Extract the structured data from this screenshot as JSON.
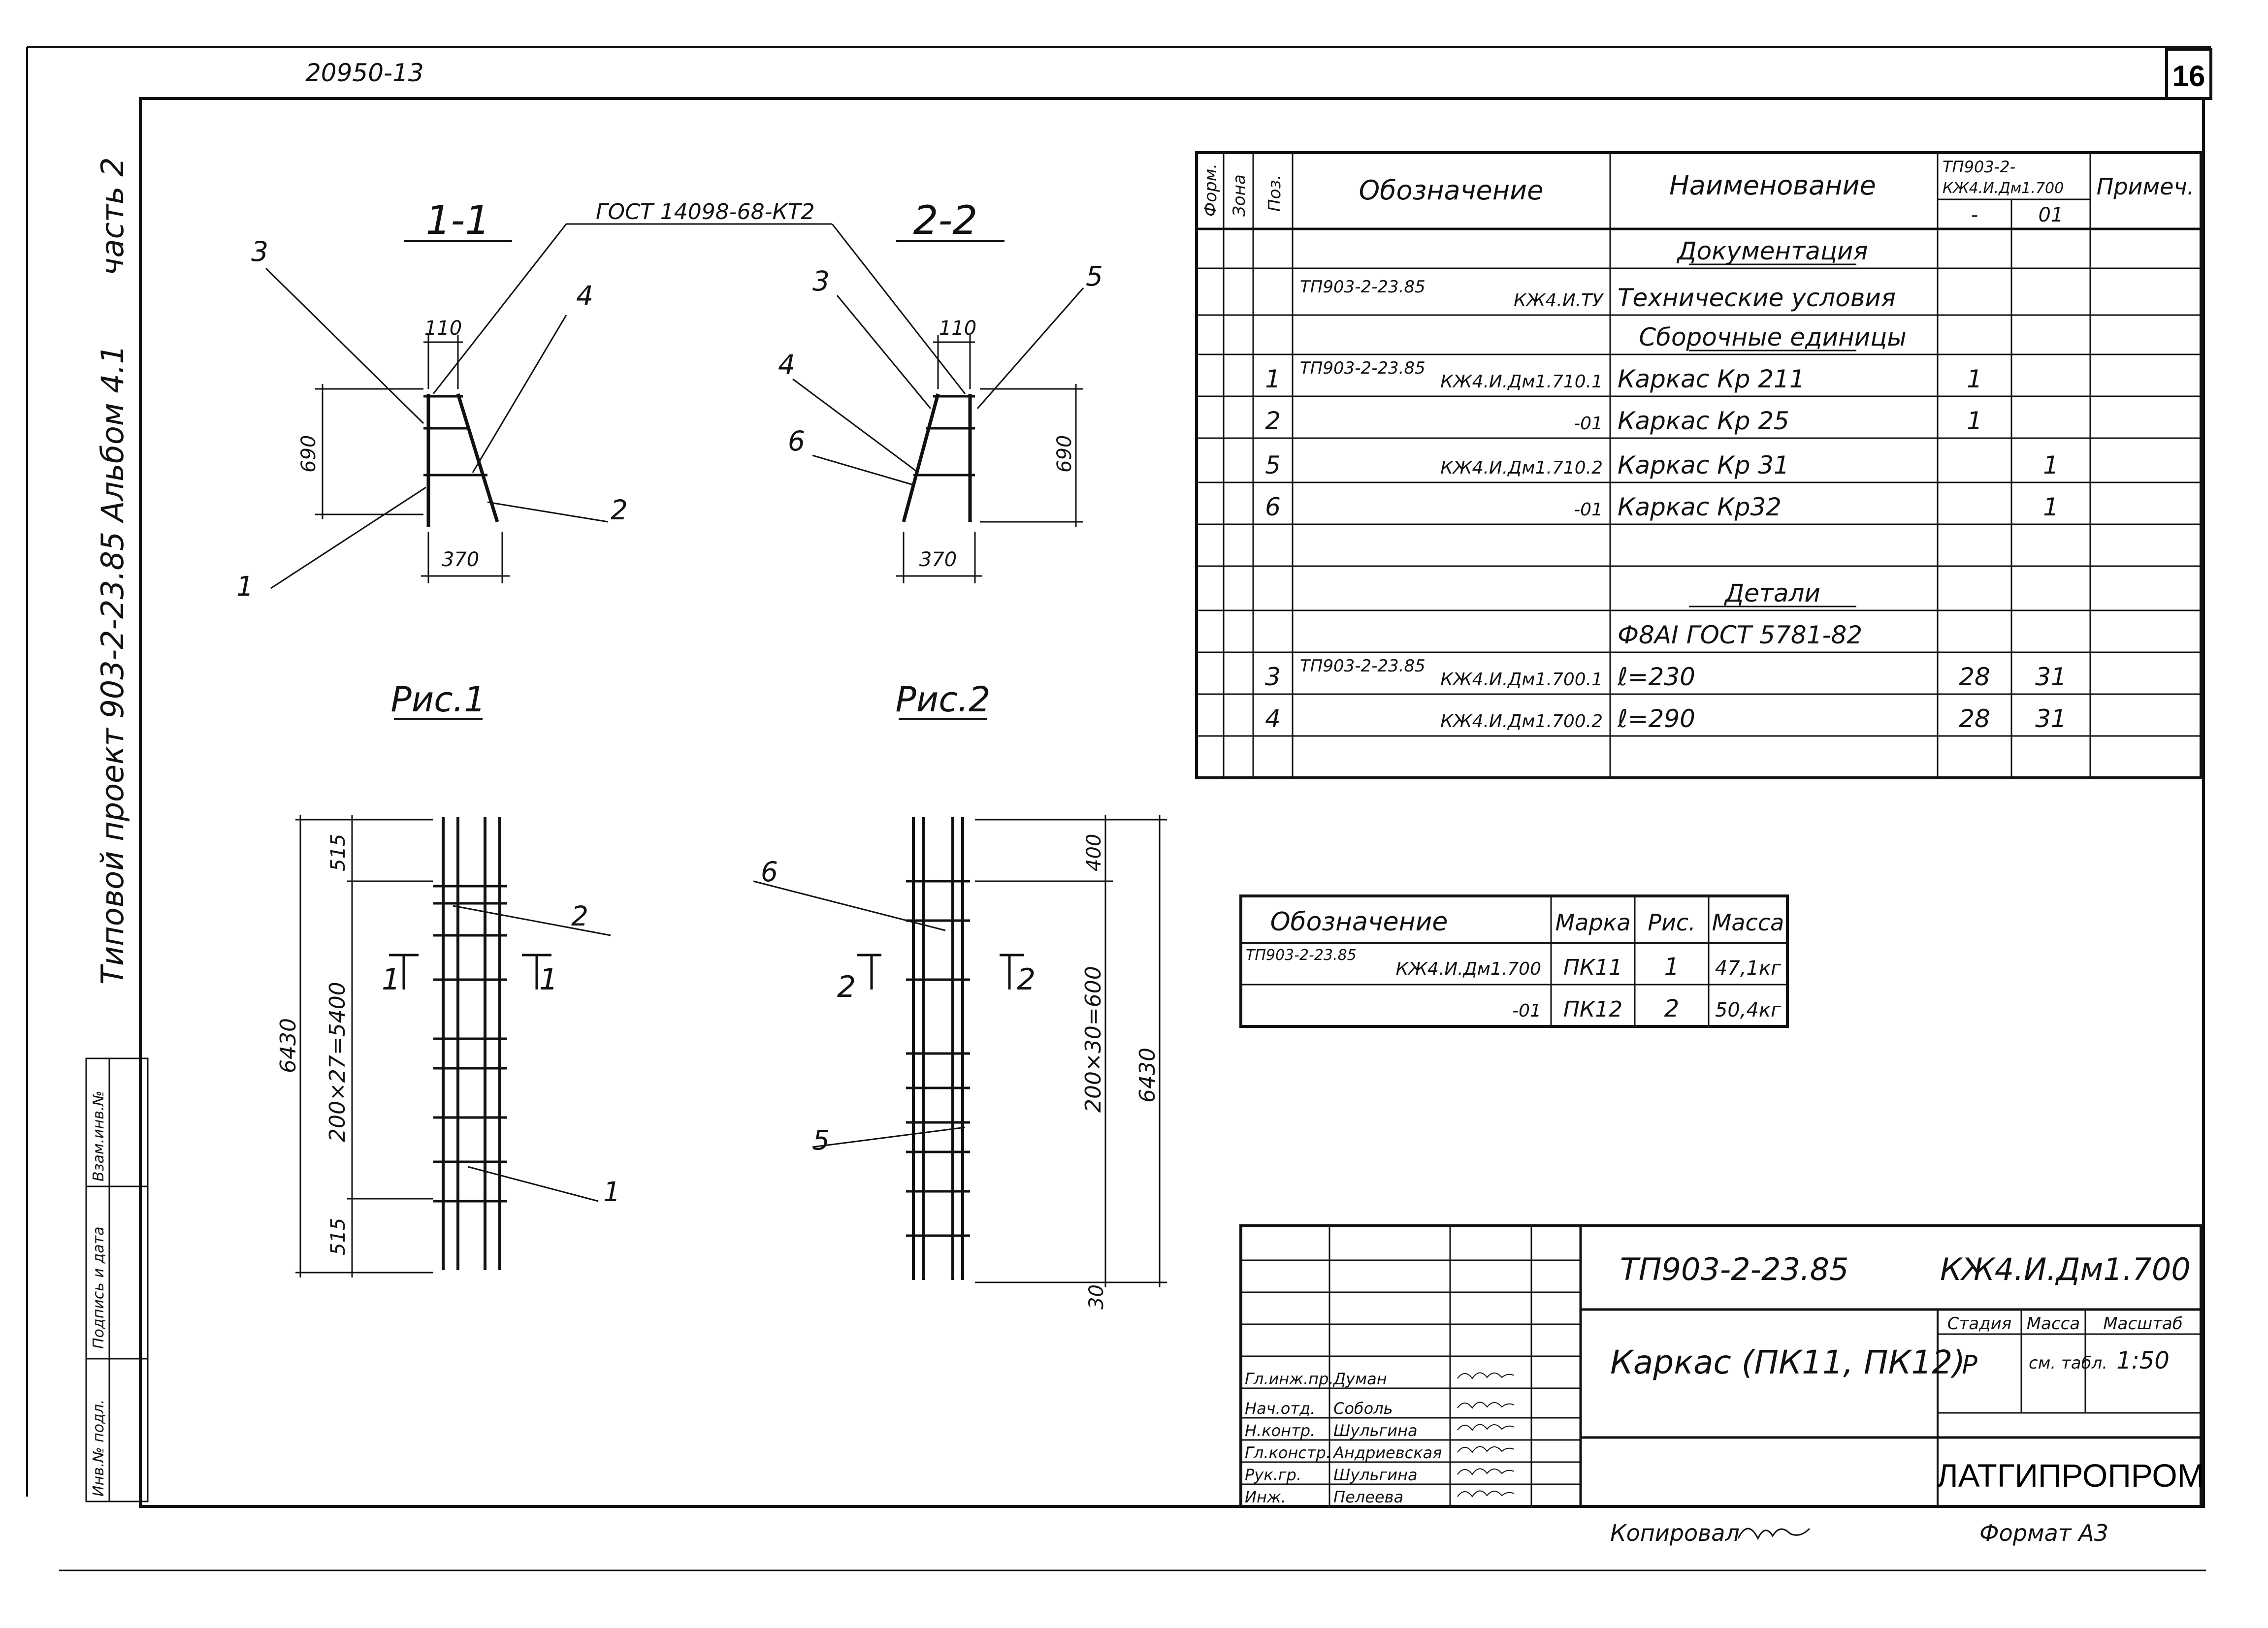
{
  "sheet": {
    "archive_number": "20950-13",
    "sheet_number": "16",
    "side_album": "Альбом 4.1",
    "side_part": "часть 2",
    "side_project": "Типовой проект 903-2-23.85",
    "side_stamp": [
      "Инв.№ подл.",
      "Подпись и дата",
      "Взам.инв.№"
    ]
  },
  "sections": {
    "gost_note": "ГОСТ 14098-68-КТ2",
    "section_1": {
      "title": "1-1",
      "dims": {
        "top": "110",
        "height": "690",
        "bottom": "370"
      },
      "callouts": [
        "3",
        "4",
        "1",
        "2"
      ]
    },
    "section_2": {
      "title": "2-2",
      "dims": {
        "top": "110",
        "height": "690",
        "bottom": "370"
      },
      "callouts": [
        "3",
        "5",
        "4",
        "6"
      ]
    }
  },
  "figures": {
    "fig_1": {
      "title": "Рис.1",
      "dim_total": "6430",
      "dim_top": "515",
      "dim_mid": "200×27=5400",
      "dim_bottom": "515",
      "section_marks": [
        "1",
        "1"
      ],
      "callouts": [
        "2",
        "1"
      ]
    },
    "fig_2": {
      "title": "Рис.2",
      "dim_total": "6430",
      "dim_top": "400",
      "dim_mid": "200×30=600",
      "dim_bottom": "30",
      "section_marks": [
        "2",
        "2"
      ],
      "callouts": [
        "6",
        "5"
      ]
    }
  },
  "spec_table": {
    "headers": {
      "format": "Форм.",
      "zone": "Зона",
      "pos": "Поз.",
      "designation": "Обозначение",
      "name": "Наименование",
      "variant_top": "ТП903-2-",
      "variant_mid": "КЖ4.И.Дм1.700",
      "col_base": "-",
      "col_01": "01",
      "note": "Примеч."
    },
    "rows": [
      {
        "pos": "",
        "designation": "",
        "designation_suffix": "",
        "name": "Документация",
        "underlined": true,
        "q1": "",
        "q2": ""
      },
      {
        "pos": "",
        "designation": "ТП903-2-23.85",
        "designation_suffix": "КЖ4.И.ТУ",
        "name": "Технические условия",
        "underlined": false,
        "q1": "",
        "q2": ""
      },
      {
        "pos": "",
        "designation": "",
        "designation_suffix": "",
        "name": "Сборочные единицы",
        "underlined": true,
        "q1": "",
        "q2": ""
      },
      {
        "pos": "1",
        "designation": "ТП903-2-23.85",
        "designation_suffix": "КЖ4.И.Дм1.710.1",
        "name": "Каркас  Кр 211",
        "underlined": false,
        "q1": "1",
        "q2": ""
      },
      {
        "pos": "2",
        "designation": "",
        "designation_suffix": "-01",
        "name": "Каркас  Кр 25",
        "underlined": false,
        "q1": "1",
        "q2": ""
      },
      {
        "pos": "5",
        "designation": "",
        "designation_suffix": "КЖ4.И.Дм1.710.2",
        "name": "Каркас  Кр 31",
        "underlined": false,
        "q1": "",
        "q2": "1"
      },
      {
        "pos": "6",
        "designation": "",
        "designation_suffix": "-01",
        "name": "Каркас  Кр32",
        "underlined": false,
        "q1": "",
        "q2": "1"
      },
      {
        "pos": "",
        "designation": "",
        "designation_suffix": "",
        "name": "",
        "underlined": false,
        "q1": "",
        "q2": ""
      },
      {
        "pos": "",
        "designation": "",
        "designation_suffix": "",
        "name": "Детали",
        "underlined": true,
        "q1": "",
        "q2": ""
      },
      {
        "pos": "",
        "designation": "",
        "designation_suffix": "",
        "name": "Ф8АI  ГОСТ 5781-82",
        "underlined": false,
        "q1": "",
        "q2": ""
      },
      {
        "pos": "3",
        "designation": "ТП903-2-23.85",
        "designation_suffix": "КЖ4.И.Дм1.700.1",
        "name": "ℓ=230",
        "underlined": false,
        "q1": "28",
        "q2": "31"
      },
      {
        "pos": "4",
        "designation": "",
        "designation_suffix": "КЖ4.И.Дм1.700.2",
        "name": "ℓ=290",
        "underlined": false,
        "q1": "28",
        "q2": "31"
      },
      {
        "pos": "",
        "designation": "",
        "designation_suffix": "",
        "name": "",
        "underlined": false,
        "q1": "",
        "q2": ""
      }
    ]
  },
  "mass_table": {
    "headers": {
      "designation": "Обозначение",
      "mark": "Марка",
      "fig": "Рис.",
      "mass": "Масса"
    },
    "rows": [
      {
        "designation": "ТП903-2-23.85",
        "designation_suffix": "КЖ4.И.Дм1.700",
        "mark": "ПК11",
        "fig": "1",
        "mass": "47,1кг"
      },
      {
        "designation": "",
        "designation_suffix": "-01",
        "mark": "ПК12",
        "fig": "2",
        "mass": "50,4кг"
      }
    ]
  },
  "title_block": {
    "project_code": "ТП903-2-23.85",
    "doc_code": "КЖ4.И.Дм1.700",
    "drawing_title": "Каркас (ПК11, ПК12)",
    "stage_label": "Стадия",
    "mass_label": "Масса",
    "scale_label": "Масштаб",
    "stage": "Р",
    "mass_value": "см. табл.",
    "scale": "1:50",
    "organization": "ЛАТГИПРОПРОМ",
    "signatures": [
      {
        "role": "Гл.инж.пр.",
        "name": "Думан"
      },
      {
        "role": "Нач.отд.",
        "name": "Соболь"
      },
      {
        "role": "Н.контр.",
        "name": "Шульгина"
      },
      {
        "role": "Гл.констр.",
        "name": "Андриевская"
      },
      {
        "role": "Рук.гр.",
        "name": "Шульгина"
      },
      {
        "role": "Инж.",
        "name": "Пелеева"
      }
    ],
    "copied_label": "Копировал",
    "format_label": "Формат А3"
  }
}
